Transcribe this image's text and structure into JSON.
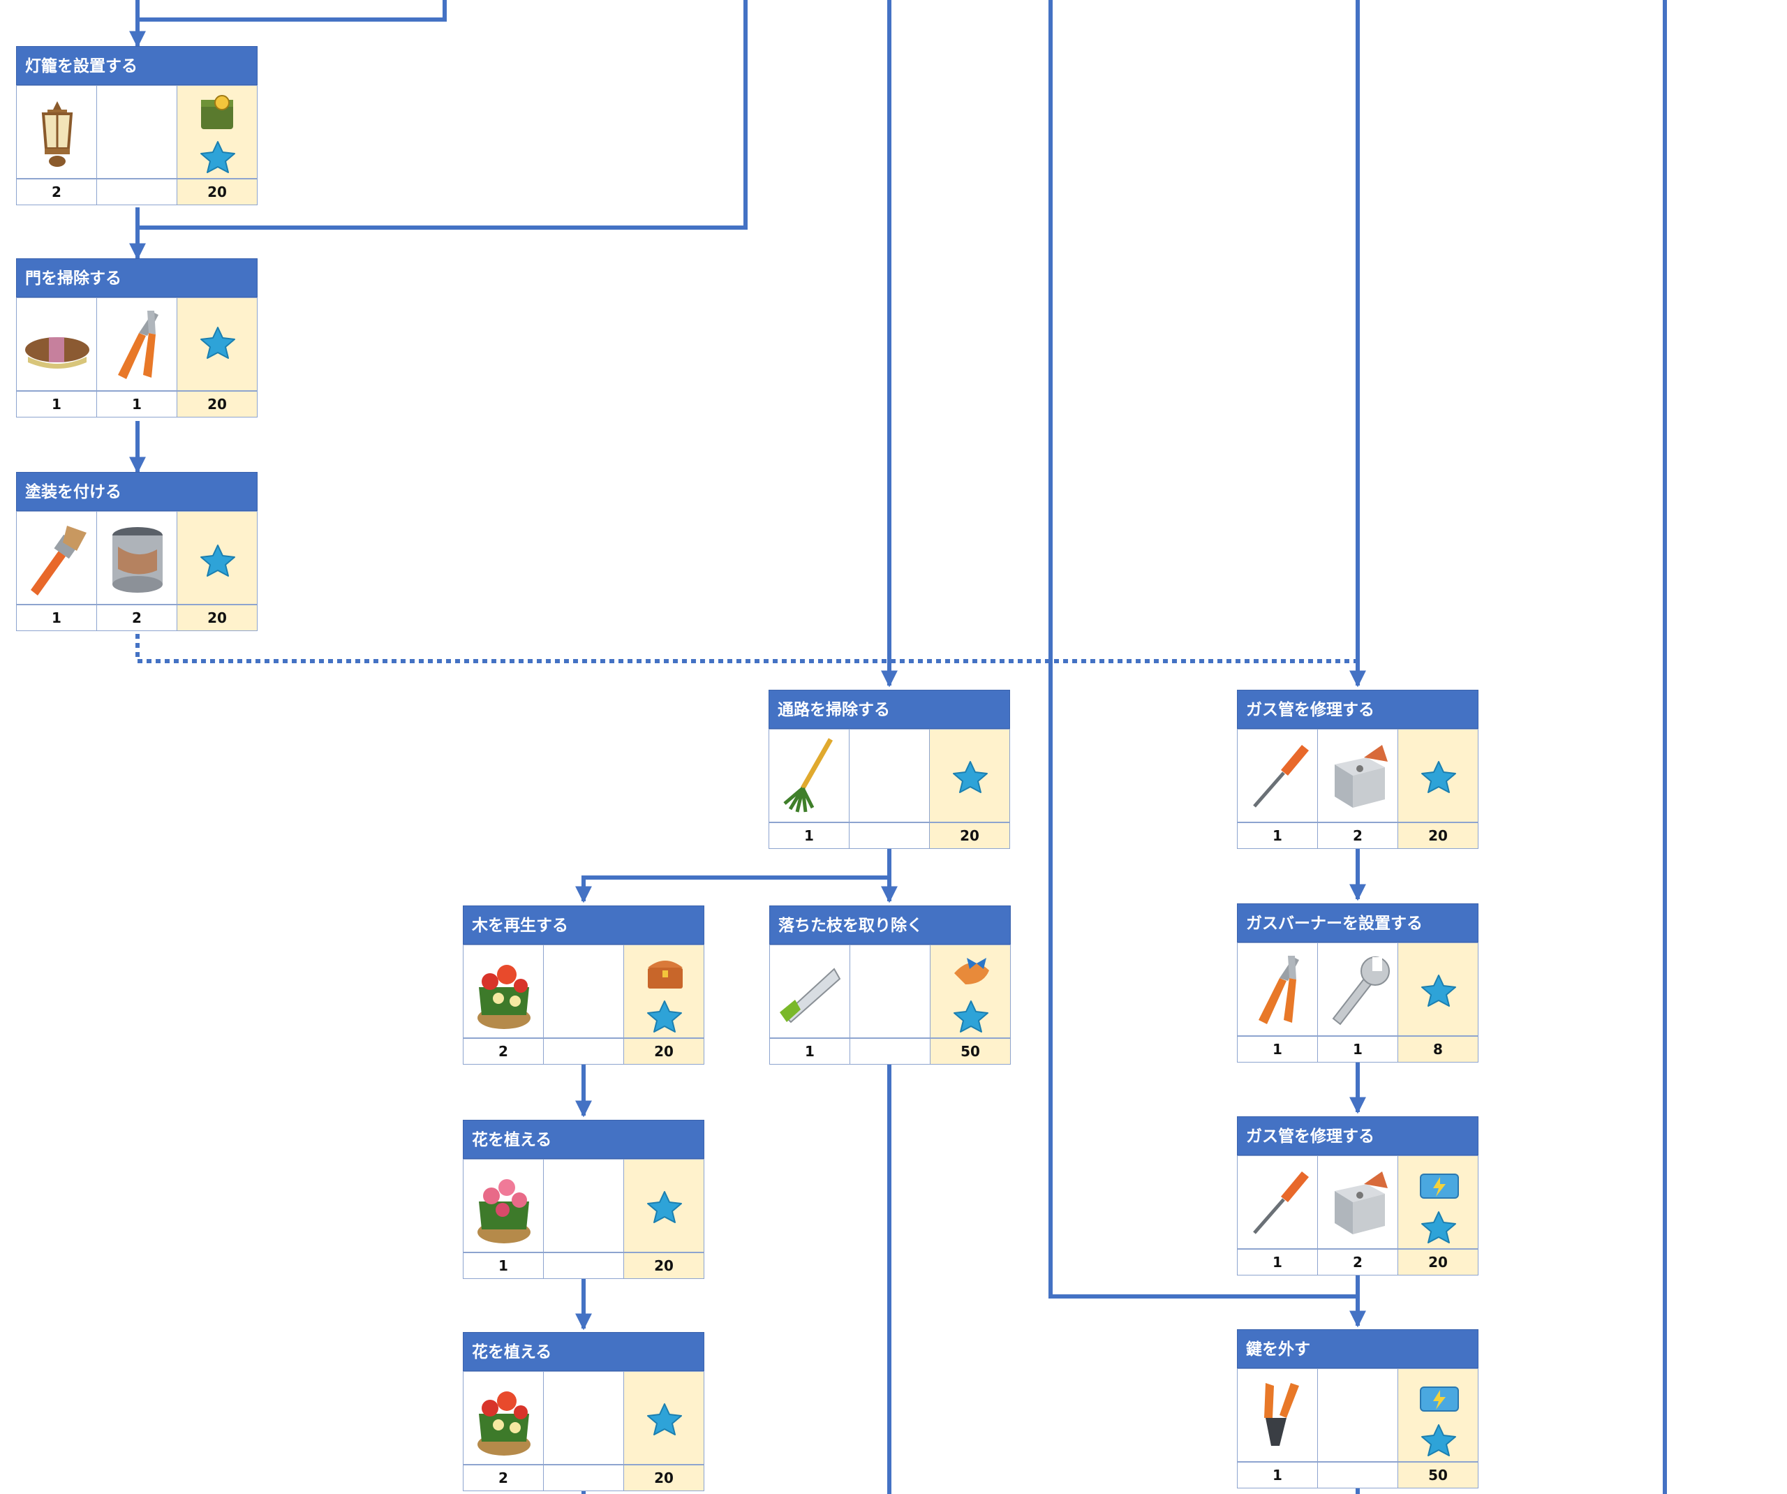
{
  "colors": {
    "header": "#4472c4",
    "connector": "#4472c4",
    "reward_bg": "#fff2cc"
  },
  "tasks": [
    {
      "title": "灯籠を設置する",
      "items": [
        {
          "icon": "lantern-icon",
          "count": "2"
        },
        {
          "icon": "",
          "count": ""
        }
      ],
      "reward": {
        "icons": [
          "gift-box-icon",
          "blue-star-icon"
        ],
        "count": "20"
      }
    },
    {
      "title": "門を掃除する",
      "items": [
        {
          "icon": "brush-icon",
          "count": "1"
        },
        {
          "icon": "pliers-icon",
          "count": "1"
        }
      ],
      "reward": {
        "icons": [
          "blue-star-icon"
        ],
        "count": "20"
      }
    },
    {
      "title": "塗装を付ける",
      "items": [
        {
          "icon": "paintbrush-icon",
          "count": "1"
        },
        {
          "icon": "paint-can-icon",
          "count": "2"
        }
      ],
      "reward": {
        "icons": [
          "blue-star-icon"
        ],
        "count": "20"
      }
    },
    {
      "title": "通路を掃除する",
      "items": [
        {
          "icon": "rake-icon",
          "count": "1"
        },
        {
          "icon": "",
          "count": ""
        }
      ],
      "reward": {
        "icons": [
          "blue-star-icon"
        ],
        "count": "20"
      }
    },
    {
      "title": "木を再生する",
      "items": [
        {
          "icon": "flower-pot-icon",
          "count": "2"
        },
        {
          "icon": "",
          "count": ""
        }
      ],
      "reward": {
        "icons": [
          "treasure-chest-icon",
          "blue-star-icon"
        ],
        "count": "20"
      }
    },
    {
      "title": "落ちた枝を取り除く",
      "items": [
        {
          "icon": "saw-icon",
          "count": "1"
        },
        {
          "icon": "",
          "count": ""
        }
      ],
      "reward": {
        "icons": [
          "candy-icon",
          "blue-star-icon"
        ],
        "count": "50"
      }
    },
    {
      "title": "花を植える",
      "items": [
        {
          "icon": "rose-pot-icon",
          "count": "1"
        },
        {
          "icon": "",
          "count": ""
        }
      ],
      "reward": {
        "icons": [
          "blue-star-icon"
        ],
        "count": "20"
      }
    },
    {
      "title": "花を植える",
      "items": [
        {
          "icon": "flower-pot-icon",
          "count": "2"
        },
        {
          "icon": "",
          "count": ""
        }
      ],
      "reward": {
        "icons": [
          "blue-star-icon"
        ],
        "count": "20"
      }
    },
    {
      "title": "ガス管を修理する",
      "items": [
        {
          "icon": "screwdriver-icon",
          "count": "1"
        },
        {
          "icon": "parts-box-icon",
          "count": "2"
        }
      ],
      "reward": {
        "icons": [
          "blue-star-icon"
        ],
        "count": "20"
      }
    },
    {
      "title": "ガスバーナーを設置する",
      "items": [
        {
          "icon": "pliers-icon",
          "count": "1"
        },
        {
          "icon": "wrench-icon",
          "count": "1"
        }
      ],
      "reward": {
        "icons": [
          "blue-star-icon"
        ],
        "count": "8"
      }
    },
    {
      "title": "ガス管を修理する",
      "items": [
        {
          "icon": "screwdriver-icon",
          "count": "1"
        },
        {
          "icon": "parts-box-icon",
          "count": "2"
        }
      ],
      "reward": {
        "icons": [
          "energy-chest-icon",
          "blue-star-icon"
        ],
        "count": "20"
      }
    },
    {
      "title": "鍵を外す",
      "items": [
        {
          "icon": "bolt-cutter-icon",
          "count": "1"
        },
        {
          "icon": "",
          "count": ""
        }
      ],
      "reward": {
        "icons": [
          "energy-chest-icon",
          "blue-star-icon"
        ],
        "count": "50"
      }
    }
  ]
}
